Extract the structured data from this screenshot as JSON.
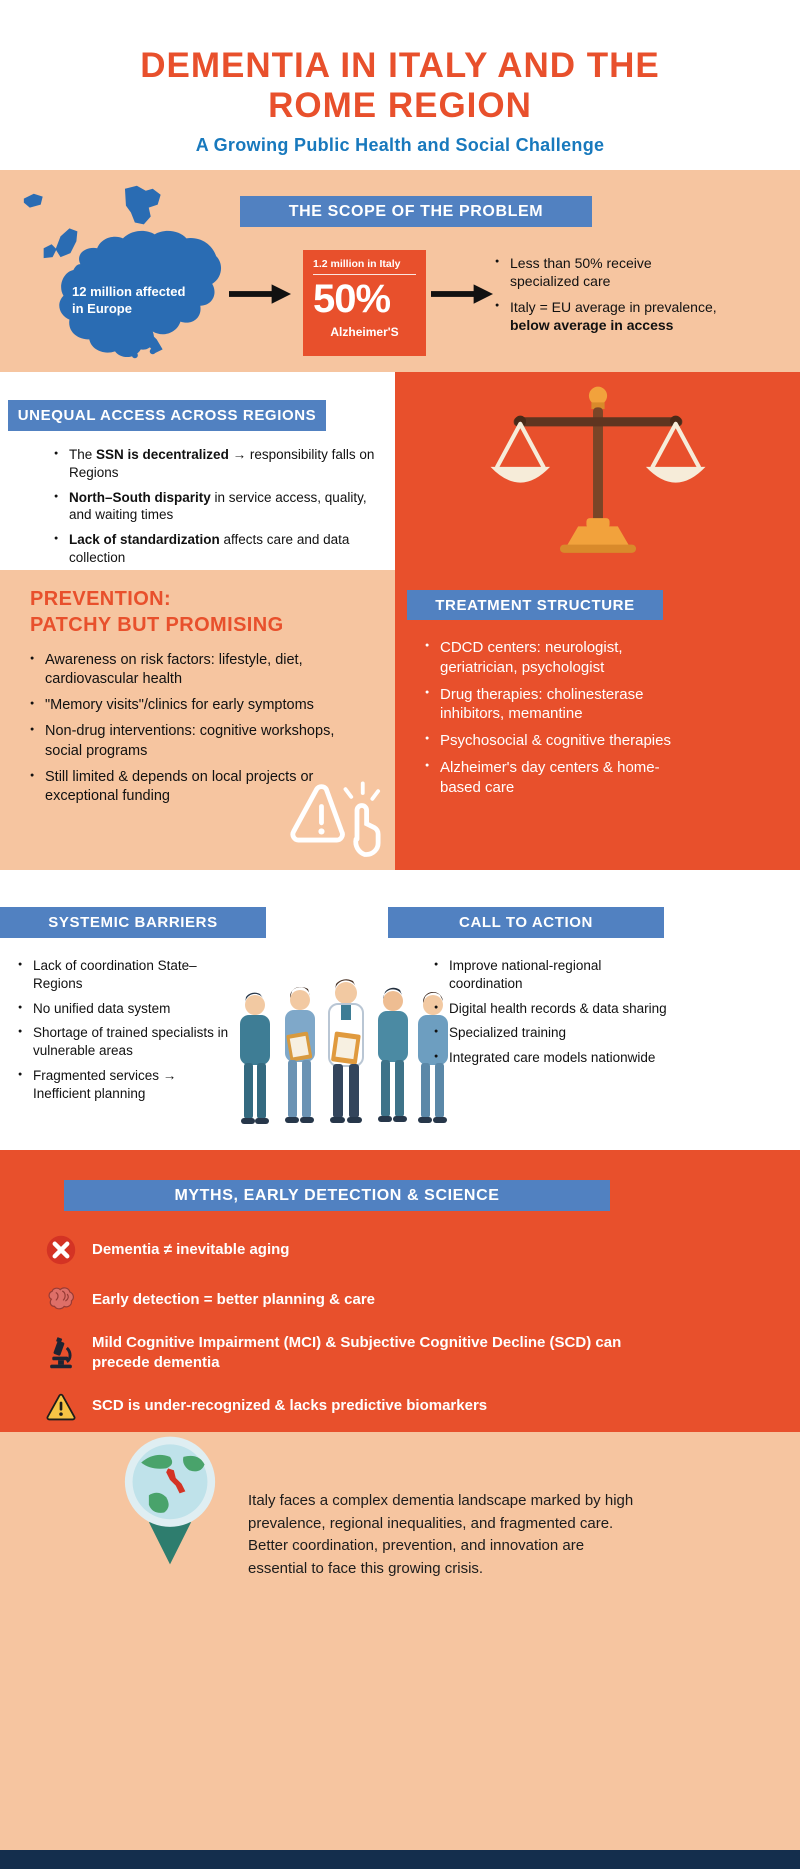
{
  "colors": {
    "orange": "#e8502c",
    "peach": "#f6c5a0",
    "banner_blue": "#5181c1",
    "subtitle_blue": "#1879bd",
    "navy": "#142e4d"
  },
  "header": {
    "title_line1": "DEMENTIA IN ITALY AND THE",
    "title_line2": "ROME REGION",
    "subtitle": "A Growing Public Health and Social Challenge"
  },
  "scope": {
    "banner": "THE SCOPE OF THE PROBLEM",
    "europe_label_line1": "12 million affected",
    "europe_label_line2": "in Europe",
    "stat_box": {
      "top": "1.2 million in Italy",
      "value": "50%",
      "bottom": "Alzheimer'S"
    },
    "bullets": [
      {
        "pre": "Less than 50% receive specialized care",
        "bold": "",
        "post": ""
      },
      {
        "pre": "Italy = EU average in prevalence, ",
        "bold": "below average in access",
        "post": ""
      }
    ]
  },
  "access": {
    "banner": "UNEQUAL ACCESS ACROSS REGIONS",
    "illustration": "balance-scale-icon",
    "bullets": [
      {
        "pre": "The ",
        "bold": "SSN is decentralized",
        "post": " → responsibility falls on Regions"
      },
      {
        "pre": "",
        "bold": "North–South disparity",
        "post": " in service access, quality, and waiting times"
      },
      {
        "pre": "",
        "bold": "Lack of standardization",
        "post": " affects care and data collection"
      }
    ]
  },
  "prevention": {
    "title_line1": "PREVENTION:",
    "title_line2": "PATCHY BUT PROMISING",
    "bullets": [
      "Awareness on risk factors: lifestyle, diet, cardiovascular health",
      "\"Memory visits\"/clinics for early symptoms",
      "Non-drug interventions: cognitive workshops, social programs",
      "Still limited & depends on local projects or exceptional funding"
    ]
  },
  "treatment": {
    "banner": "TREATMENT STRUCTURE",
    "bullets": [
      "CDCD centers: neurologist, geriatrician, psychologist",
      "Drug therapies: cholinesterase inhibitors, memantine",
      "Psychosocial & cognitive therapies",
      "Alzheimer's day centers & home-based care"
    ]
  },
  "barriers": {
    "banner": "SYSTEMIC BARRIERS",
    "bullets": [
      "Lack of coordination State–Regions",
      "No unified data system",
      "Shortage of trained specialists in vulnerable areas",
      "Fragmented services → Inefficient planning"
    ]
  },
  "action": {
    "banner": "CALL TO ACTION",
    "bullets": [
      "Improve national-regional coordination",
      "Digital health records & data sharing",
      "Specialized training",
      "Integrated care models nationwide"
    ]
  },
  "myths": {
    "banner": "MYTHS, EARLY DETECTION & SCIENCE",
    "rows": [
      {
        "icon": "x-circle-icon",
        "text": "Dementia ≠ inevitable aging"
      },
      {
        "icon": "brain-icon",
        "text": "Early detection = better planning & care"
      },
      {
        "icon": "microscope-icon",
        "text": "Mild Cognitive Impairment (MCI) & Subjective Cognitive Decline (SCD) can precede dementia"
      },
      {
        "icon": "warning-triangle-icon",
        "text": "SCD is under-recognized & lacks predictive biomarkers"
      }
    ]
  },
  "footer": {
    "text": "Italy faces a complex dementia landscape marked by high prevalence, regional inequalities, and fragmented care. Better coordination, prevention, and innovation are essential to face this growing crisis."
  }
}
